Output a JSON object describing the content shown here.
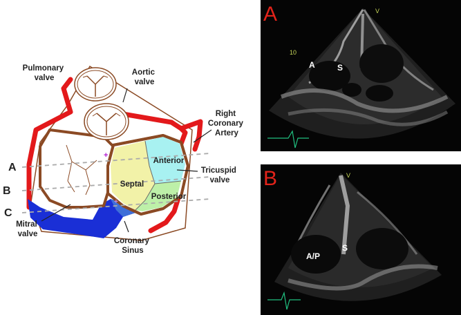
{
  "diagram": {
    "labels": {
      "pulmonary_valve": [
        "Pulmonary",
        "valve"
      ],
      "aortic_valve": [
        "Aortic",
        "valve"
      ],
      "right_coronary_artery": [
        "Right",
        "Coronary",
        "Artery"
      ],
      "tricuspid_valve": [
        "Tricuspid",
        "valve"
      ],
      "anterior": "Anterior",
      "septal": "Septal",
      "posterior": "Posterior",
      "mitral_valve": [
        "Mitral",
        "valve"
      ],
      "coronary_sinus": [
        "Coronary",
        "Sinus"
      ]
    },
    "planes": [
      "A",
      "B",
      "C"
    ],
    "colors": {
      "artery_red": "#e3191b",
      "muscle_brown": "#8b4a24",
      "sinus_blue": "#1a2fd6",
      "septal_leaflet": "#f2f2a8",
      "anterior_leaflet": "#a8f1f1",
      "posterior_leaflet": "#bdf0a8",
      "plane_dash": "#aaaaaa"
    }
  },
  "panels": {
    "A": {
      "letter": "A",
      "labels": [
        "A",
        "S"
      ],
      "depth_mark": "10",
      "marker": "V"
    },
    "B": {
      "letter": "B",
      "labels": [
        "A/P",
        "S"
      ],
      "marker": "V"
    }
  }
}
